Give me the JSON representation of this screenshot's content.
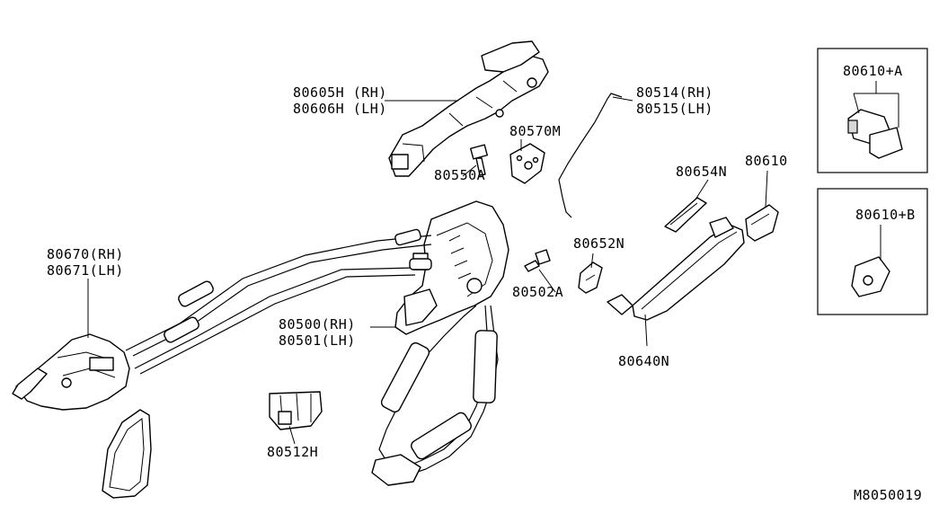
{
  "labels": {
    "l80605": "80605H (RH)",
    "l80606": "80606H (LH)",
    "l80514": "80514(RH)",
    "l80515": "80515(LH)",
    "l80570": "80570M",
    "l80550": "80550A",
    "l80610a": "80610+A",
    "l80610b": "80610+B",
    "l80654": "80654N",
    "l80610": "80610",
    "l80670": "80670(RH)",
    "l80671": "80671(LH)",
    "l80652": "80652N",
    "l80502": "80502A",
    "l80500": "80500(RH)",
    "l80501": "80501(LH)",
    "l80640": "80640N",
    "l80512": "80512H",
    "code": "M8050019"
  }
}
